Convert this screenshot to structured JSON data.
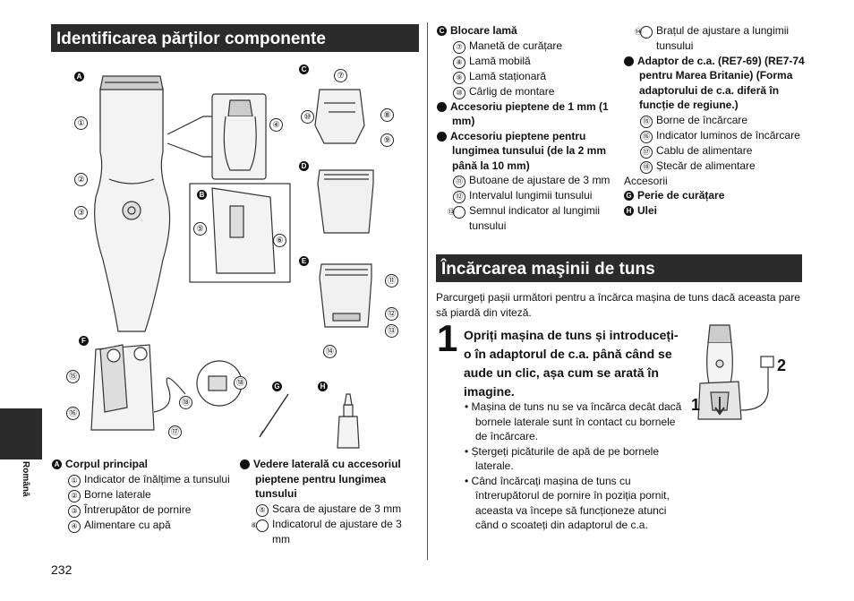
{
  "left": {
    "heading": "Identificarea părților componente",
    "figure": {
      "labels": [
        "A",
        "B",
        "C",
        "D",
        "E",
        "F",
        "G",
        "H"
      ],
      "nums": [
        "①",
        "②",
        "③",
        "④",
        "⑤",
        "⑥",
        "⑦",
        "⑧",
        "⑨",
        "⑩",
        "⑪",
        "⑫",
        "⑬",
        "⑭",
        "⑮",
        "⑯",
        "⑰",
        "⑱"
      ]
    },
    "legend_a": {
      "badge": "A",
      "title": "Corpul principal",
      "items": [
        {
          "n": "①",
          "t": "Indicator de înălțime a tunsului"
        },
        {
          "n": "②",
          "t": "Borne laterale"
        },
        {
          "n": "③",
          "t": "Întrerupător de pornire"
        },
        {
          "n": "④",
          "t": "Alimentare cu apă"
        }
      ]
    },
    "legend_b": {
      "badge": "B",
      "title": "Vedere laterală cu accesoriul pieptene pentru lungimea tunsului",
      "items": [
        {
          "n": "⑤",
          "t": "Scara de ajustare de 3 mm"
        },
        {
          "n": "⑥",
          "t": "Indicatorul de ajustare de 3 mm"
        }
      ]
    },
    "side_tab": "Română",
    "page_number": "232"
  },
  "middle": {
    "c": {
      "badge": "C",
      "title": "Blocare lamă",
      "items": [
        {
          "n": "⑦",
          "t": "Manetă de curățare"
        },
        {
          "n": "⑧",
          "t": "Lamă mobilă"
        },
        {
          "n": "⑨",
          "t": "Lamă staționară"
        },
        {
          "n": "⑩",
          "t": "Cârlig de montare"
        }
      ]
    },
    "d": {
      "badge": "D",
      "title": "Accesoriu pieptene de 1 mm (1 mm)"
    },
    "e": {
      "badge": "E",
      "title": "Accesoriu pieptene pentru lungimea tunsului (de la 2 mm până la 10 mm)",
      "items": [
        {
          "n": "⑪",
          "t": "Butoane de ajustare de 3 mm"
        },
        {
          "n": "⑫",
          "t": "Intervalul lungimii tunsului"
        },
        {
          "n": "⑬",
          "t": "Semnul indicator al lungimii tunsului"
        }
      ]
    }
  },
  "right": {
    "item14": {
      "n": "⑭",
      "t": "Brațul de ajustare a lungimii tunsului"
    },
    "f": {
      "badge": "F",
      "title": "Adaptor de c.a. (RE7-69) (RE7-74 pentru Marea Britanie) (Forma adaptorului de c.a. diferă în funcție de regiune.)",
      "items": [
        {
          "n": "⑮",
          "t": "Borne de încărcare"
        },
        {
          "n": "⑯",
          "t": "Indicator luminos de încărcare"
        },
        {
          "n": "⑰",
          "t": "Cablu de alimentare"
        },
        {
          "n": "⑱",
          "t": "Ștecăr de alimentare"
        }
      ]
    },
    "accessories_label": "Accesorii",
    "g": {
      "badge": "G",
      "title": "Perie de curățare"
    },
    "h": {
      "badge": "H",
      "title": "Ulei"
    }
  },
  "charging": {
    "heading": "Încărcarea maşinii de tuns",
    "intro": "Parcurgeți pașii următori pentru a încărca mașina de tuns dacă aceasta pare să piardă din viteză.",
    "step_number": "1",
    "step_text": "Opriți mașina de tuns și introduceți-o în adaptorul de c.a. până când se aude un clic, așa cum se arată în imagine.",
    "bullets": [
      "Mașina de tuns nu se va încărca decât dacă bornele laterale sunt în contact cu bornele de încărcare.",
      "Ștergeți picăturile de apă de pe bornele laterale.",
      "Când încărcați mașina de tuns cu întrerupătorul de pornire în poziția pornit, aceasta va începe să funcționeze atunci când o scoateți din adaptorul de c.a."
    ],
    "figure_labels": [
      "1",
      "2"
    ]
  }
}
